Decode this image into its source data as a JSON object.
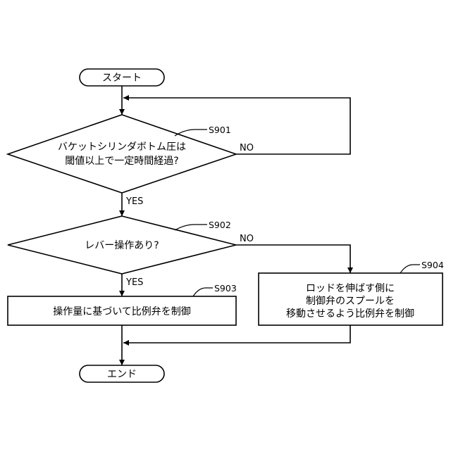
{
  "diagram": {
    "start": "スタート",
    "end": "エンド",
    "steps": {
      "s901": {
        "id": "S901",
        "lines": [
          "バケットシリンダボトム圧は",
          "閾値以上で一定時間経過?"
        ]
      },
      "s902": {
        "id": "S902",
        "lines": [
          "レバー操作あり?"
        ]
      },
      "s903": {
        "id": "S903",
        "lines": [
          "操作量に基づいて比例弁を制御"
        ]
      },
      "s904": {
        "id": "S904",
        "lines": [
          "ロッドを伸ばす側に",
          "制御弁のスプールを",
          "移動させるよう比例弁を制御"
        ]
      }
    },
    "branches": {
      "s901_no": "NO",
      "s901_yes": "YES",
      "s902_no": "NO",
      "s902_yes": "YES"
    }
  }
}
